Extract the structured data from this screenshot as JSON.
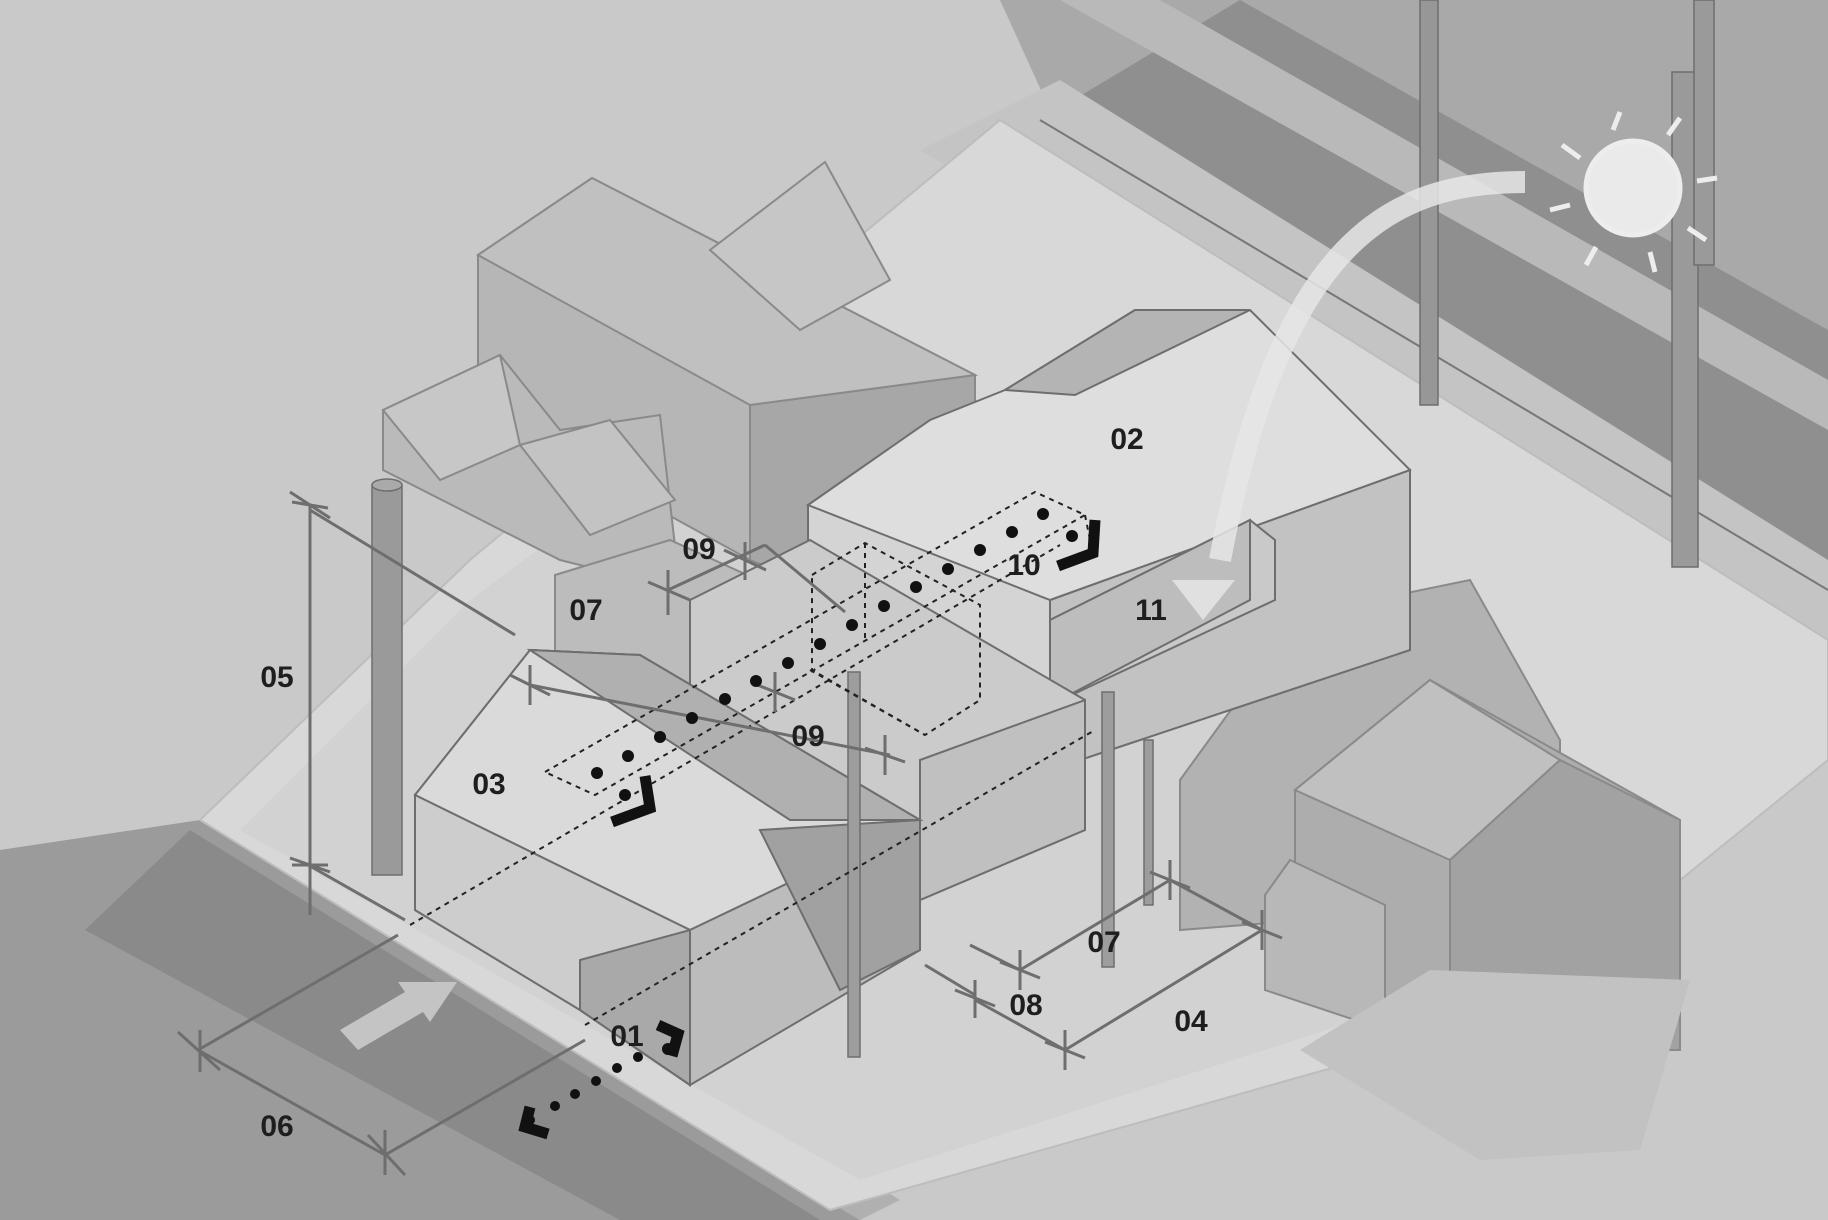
{
  "diagram": {
    "labels": {
      "l01": "01",
      "l02": "02",
      "l03": "03",
      "l04": "04",
      "l05": "05",
      "l06": "06",
      "l07a": "07",
      "l07b": "07",
      "l08": "08",
      "l09a": "09",
      "l09b": "09",
      "l10": "10",
      "l11": "11"
    },
    "icons": {
      "sun": "sun-icon",
      "sun_path": "curved-arrow-icon",
      "street_arrow": "arrow-icon",
      "entry_arrow": "chevron-icon",
      "path": "dotted-path"
    },
    "colors": {
      "background": "#c9c9c9",
      "street": "#9a9a9a",
      "sidewalk": "#b2b2b2",
      "site": "#dcdcdc",
      "building_light": "#d7d7d7",
      "building_mid": "#bcbcbc",
      "building_dark": "#a3a3a3",
      "neighbor": "#b7b7b7",
      "lines": "#6e6e6e",
      "path": "#111111",
      "sun": "#efefef"
    }
  }
}
